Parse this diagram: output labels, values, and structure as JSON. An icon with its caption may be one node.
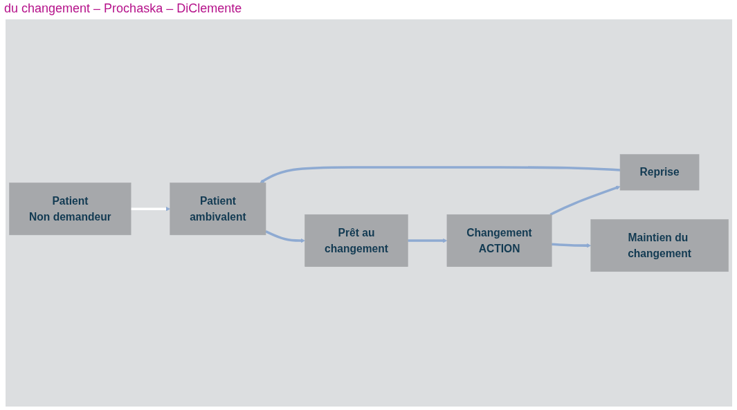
{
  "diagram": {
    "title": "du changement – Prochaska – DiClemente",
    "nodes": [
      {
        "text": [
          "Patient",
          "Non demandeur"
        ]
      },
      {
        "text": [
          "Patient",
          "ambivalent"
        ]
      },
      {
        "text": [
          "Prêt au",
          "changement"
        ]
      },
      {
        "text": [
          "Changement",
          "ACTION"
        ]
      },
      {
        "text": [
          "Reprise"
        ]
      },
      {
        "text": [
          "Maintien du changement"
        ]
      }
    ],
    "edges": [
      {
        "from": 0,
        "to": 1,
        "arrow": "to",
        "color": "#ffffff"
      },
      {
        "from": 1,
        "to": 2,
        "arrow": "to"
      },
      {
        "from": 2,
        "to": 3,
        "arrow": "to"
      },
      {
        "from": 3,
        "to": 4,
        "arrow": "to"
      },
      {
        "from": 4,
        "to": 1,
        "arrow": "to"
      },
      {
        "from": 3,
        "to": 5,
        "arrow": "to"
      }
    ]
  }
}
